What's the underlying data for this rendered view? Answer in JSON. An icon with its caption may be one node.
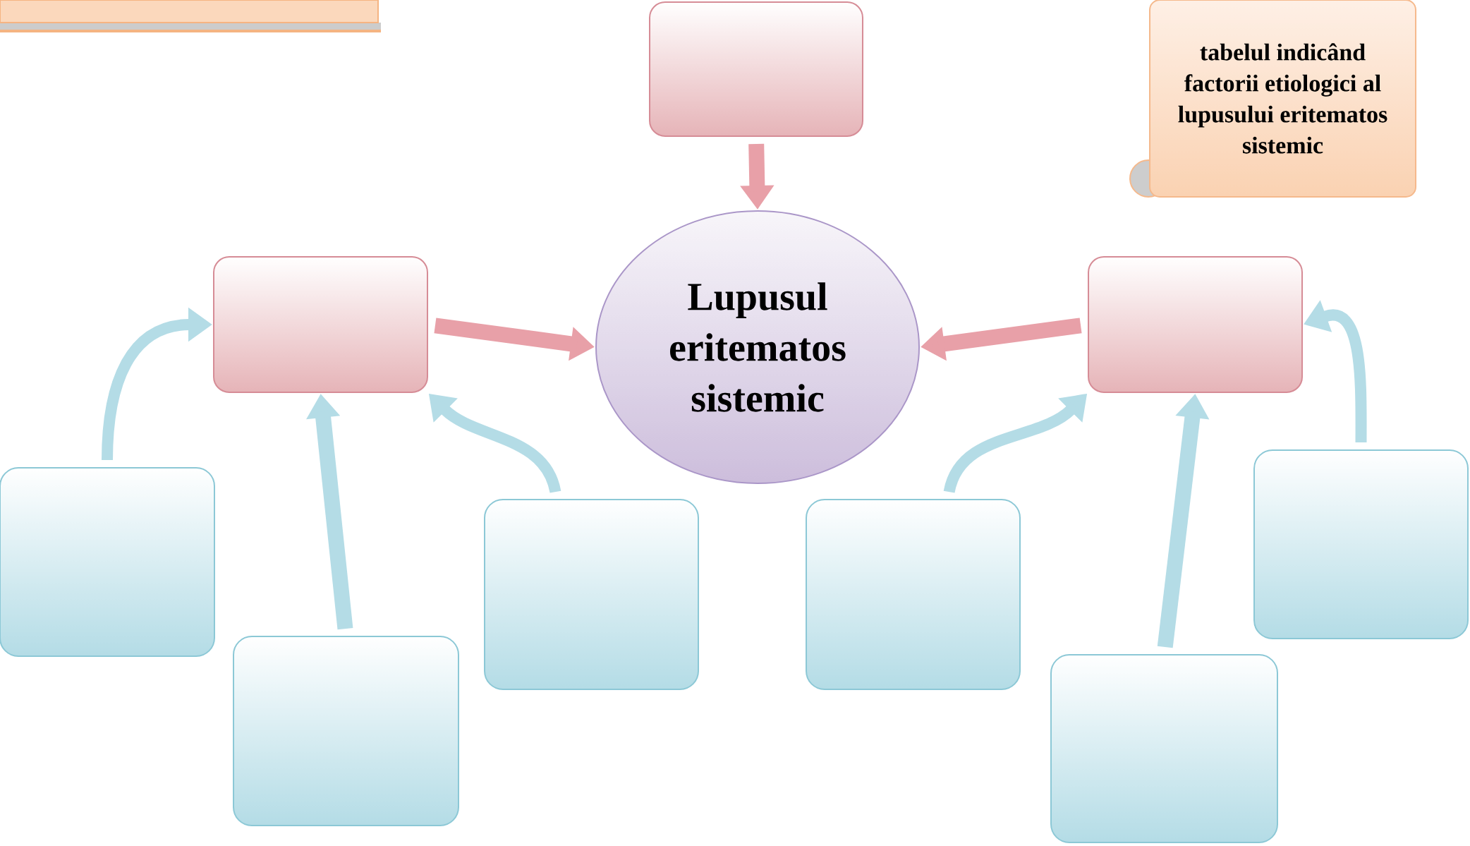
{
  "diagram": {
    "nodes": [
      {
        "text": [],
        "shape": "box"
      },
      {
        "text": [],
        "shape": "box"
      },
      {
        "text": [
          "tabelul indicând factorii etiologici al lupusului eritematos sistemic"
        ]
      },
      {
        "text": [],
        "shape": "box"
      },
      {
        "text": [
          "Lupusul eritematos sistemic"
        ]
      },
      {
        "text": [],
        "shape": "box"
      },
      {
        "text": [],
        "shape": "box"
      },
      {
        "text": [],
        "shape": "box"
      },
      {
        "text": [],
        "shape": "box"
      },
      {
        "text": [],
        "shape": "box"
      },
      {
        "text": [],
        "shape": "box"
      },
      {
        "text": [],
        "shape": "box"
      }
    ],
    "edges": [
      {
        "from": 1,
        "to": 4,
        "arrow": "to",
        "color": "#e8a0a8"
      },
      {
        "from": 3,
        "to": 4,
        "arrow": "to",
        "color": "#e8a0a8"
      },
      {
        "from": 5,
        "to": 4,
        "arrow": "to",
        "color": "#e8a0a8"
      },
      {
        "from": 6,
        "to": 3,
        "arrow": "to"
      },
      {
        "from": 7,
        "to": 3,
        "arrow": "to"
      },
      {
        "from": 8,
        "to": 3,
        "arrow": "to"
      },
      {
        "from": 9,
        "to": 5,
        "arrow": "to"
      },
      {
        "from": 10,
        "to": 5,
        "arrow": "to"
      },
      {
        "from": 11,
        "to": 5,
        "arrow": "to"
      }
    ]
  }
}
